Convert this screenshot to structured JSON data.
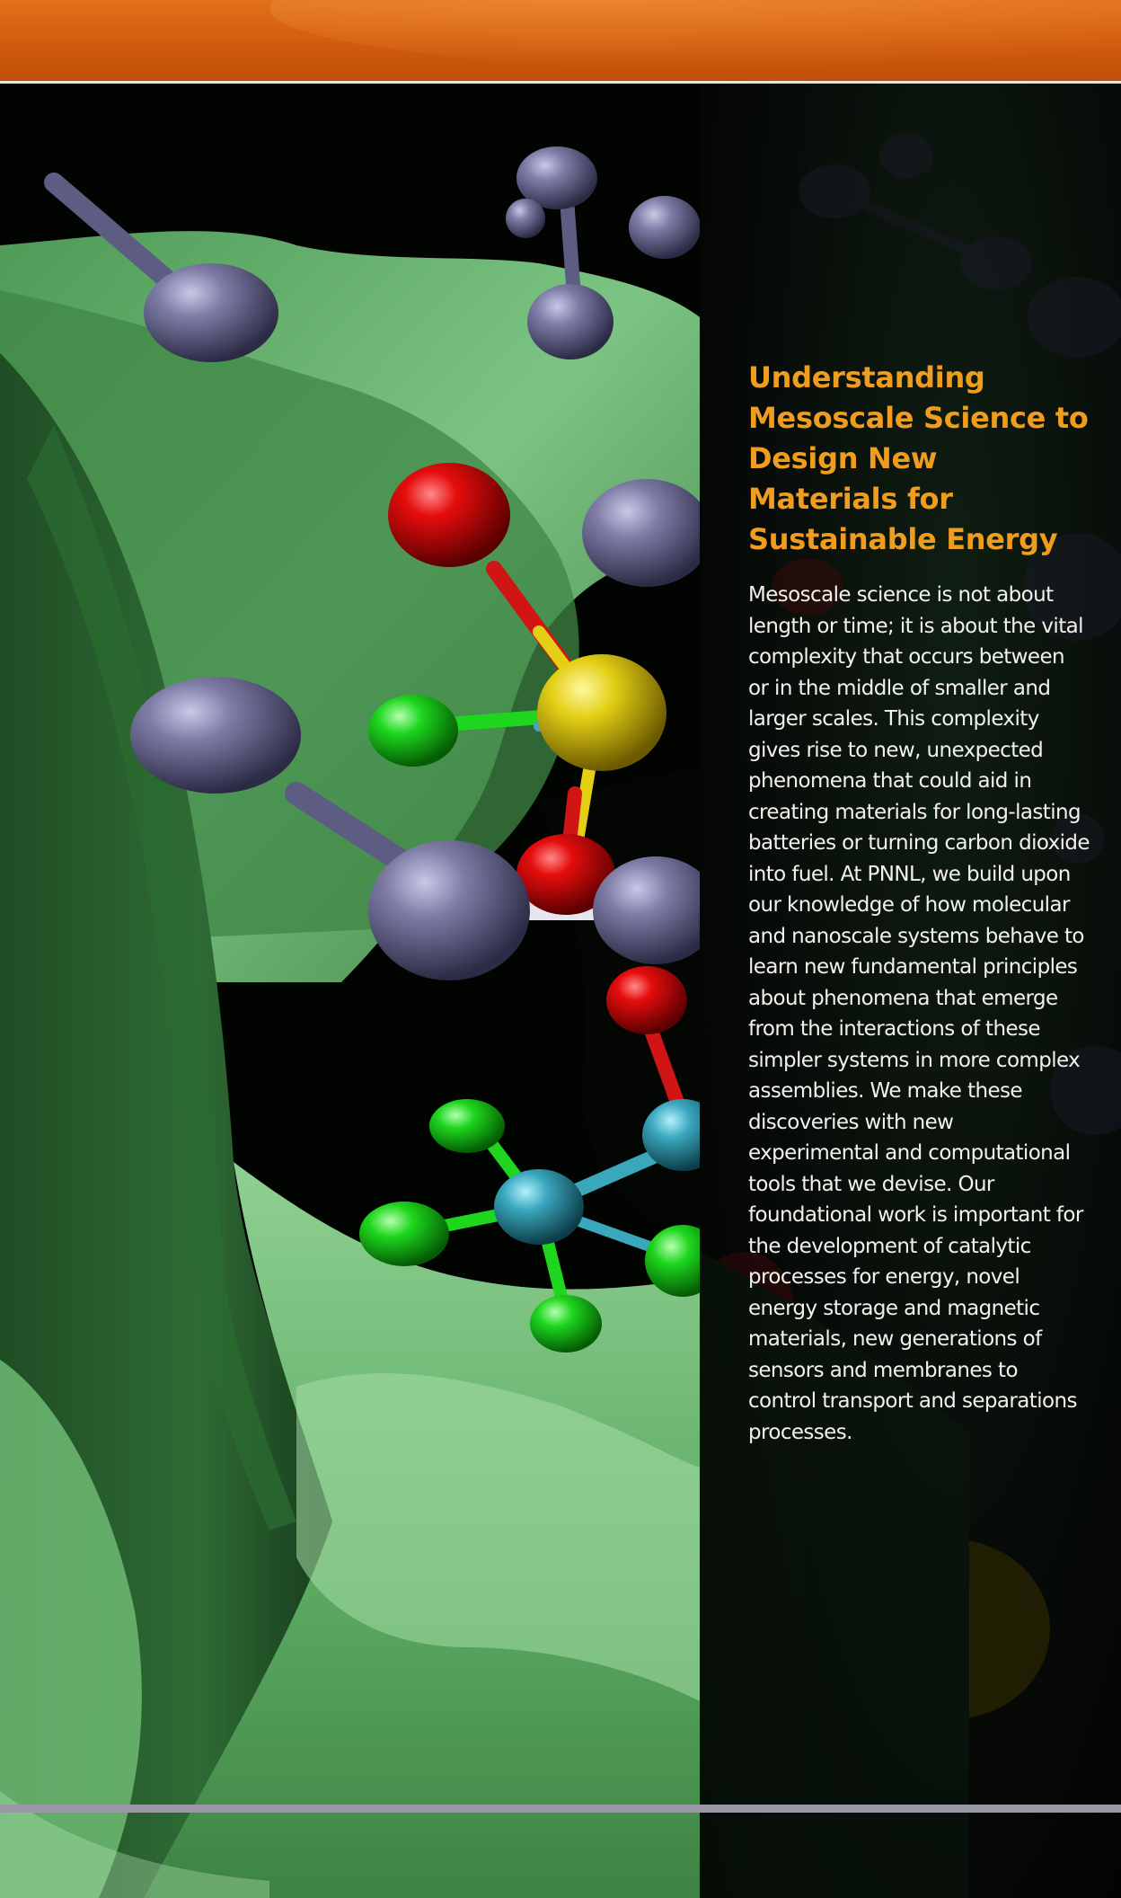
{
  "colors": {
    "banner_orange": "#d9620f",
    "heading_orange": "#f09d1f",
    "body_text": "#f3f1ee",
    "panel_bg": "#000000",
    "divider_gray": "#9c99a6"
  },
  "image": {
    "subject": "molecular-structure-illustration"
  },
  "article": {
    "heading": "Understanding Mesoscale Science to Design New Materials for Sustainable Energy",
    "body": "Mesoscale science is not about length or time; it is about the vital complexity that occurs between or in the middle of smaller and larger scales. This complexity gives rise to new, unexpected phenomena that could aid in creating materials for long-lasting batteries or turning carbon dioxide into fuel. At PNNL, we build upon our knowledge of how molecular and nanoscale systems behave to learn new fundamental principles about phenomena that emerge from the interactions of these simpler systems in more complex assemblies. We make these discoveries with new experimental and computational tools that we devise. Our foundational work is important for the development of catalytic processes for energy, novel energy storage and magnetic materials, new generations of sensors and membranes to control transport and separations processes."
  }
}
